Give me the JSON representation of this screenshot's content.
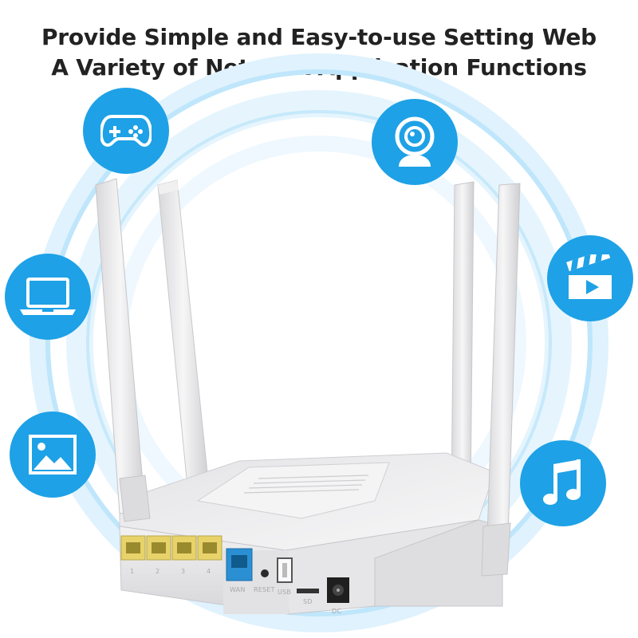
{
  "headline": {
    "line1": "Provide Simple and Easy-to-use Setting Web",
    "line2": "A Variety of Network Application Functions"
  },
  "colors": {
    "accent_blue": "#1ea1e6",
    "ring_blue": "#bfe6fb",
    "router_body": "#e9e9eb",
    "lan_port_yellow": "#e7d36a",
    "wan_port_blue": "#2b8fd3"
  },
  "feature_icons": [
    "gamepad-icon",
    "webcam-icon",
    "laptop-icon",
    "movie-clapper-icon",
    "image-icon",
    "music-note-icon"
  ],
  "router": {
    "port_labels": {
      "lan": [
        "1",
        "2",
        "3",
        "4"
      ],
      "wan": "WAN",
      "reset": "RESET",
      "usb": "USB",
      "sd": "SD",
      "dc": "DC"
    }
  }
}
